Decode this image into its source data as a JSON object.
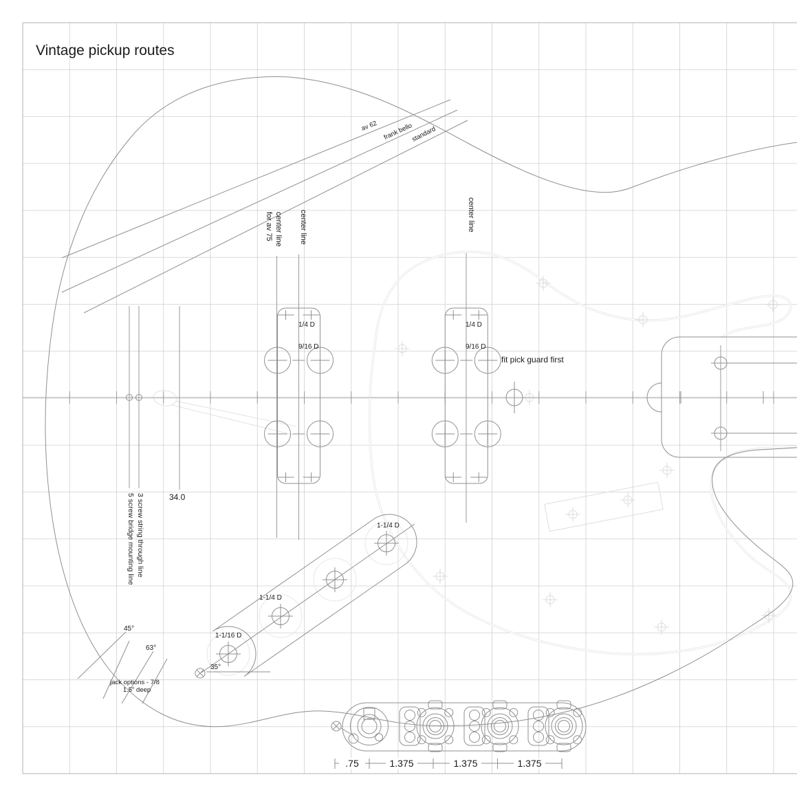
{
  "title": "Vintage pickup routes",
  "colors": {
    "background": "#ffffff",
    "grid": "#cfcfcf",
    "border": "#b0b0b0",
    "outline": "#8a8a8a",
    "drawing": "#8f8f8f",
    "centerline": "#9a9a9a",
    "pickguard": "#e7e7e7",
    "faint": "#dddddd",
    "text": "#1a1a1a"
  },
  "neck_options": {
    "line1": "av 62",
    "line2": "frank bello",
    "line3": "standard"
  },
  "center_lines": {
    "av75_line1": "center line",
    "av75_line2": "for av 75",
    "neck": "center line",
    "bridge": "center line"
  },
  "pickup": {
    "screw_dia": "1/4 D",
    "ear_dia": "9/16 D",
    "note": "fit pick guard first"
  },
  "scale": {
    "length": "34.0",
    "string_through": "3 screw string through line",
    "bridge_mounting": "5 screw bridge mounting line"
  },
  "knob_plate": {
    "knob_top_dia": "1-1/4 D",
    "knob_mid_dia": "1-1/4 D",
    "jack_dia": "1-1/16 D",
    "plate_angle": "35°"
  },
  "jack": {
    "angle_a": "45°",
    "angle_b": "63°",
    "note_line1": "jack options - 7/8",
    "note_line2": "1.5\" deep"
  },
  "dimensions": {
    "d1": ".75",
    "d2": "1.375",
    "d3": "1.375",
    "d4": "1.375"
  }
}
